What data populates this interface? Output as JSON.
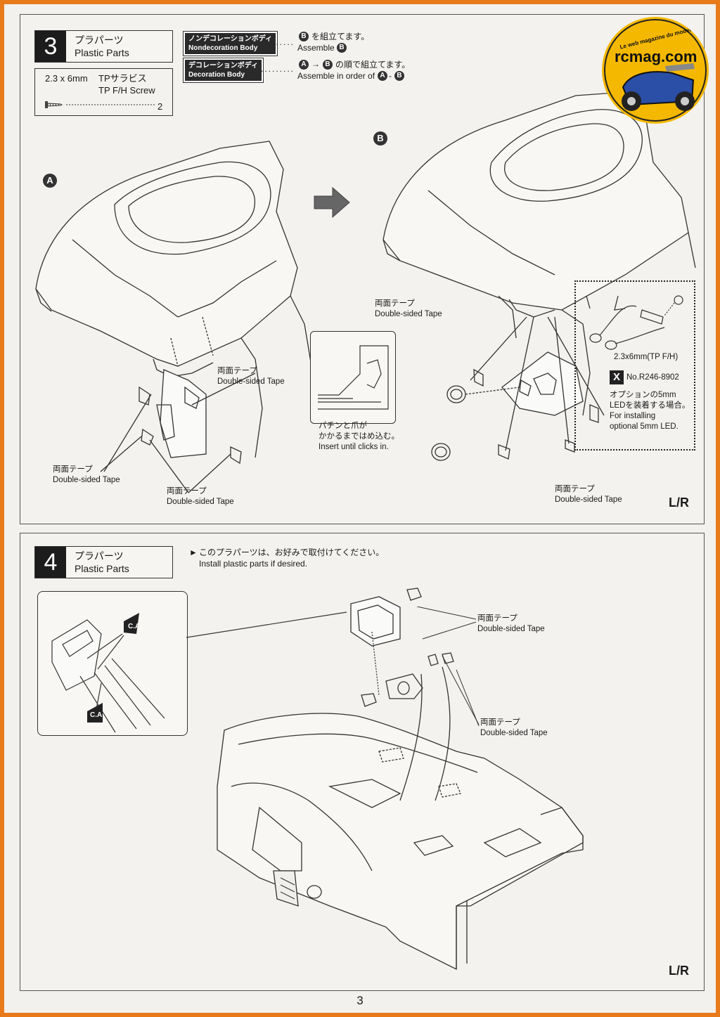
{
  "step3": {
    "number": "3",
    "title_jp": "プラパーツ",
    "title_en": "Plastic Parts",
    "screw_size": "2.3 x 6mm",
    "screw_jp": "TPサラビス",
    "screw_en": "TP F/H Screw",
    "screw_qty": "2",
    "nondeco_jp": "ノンデコレーションボディ",
    "nondeco_en": "Nondecoration Body",
    "nondeco_instr_jp": "を組立てます。",
    "nondeco_instr_en": "Assemble",
    "deco_jp": "デコレーションボディ",
    "deco_en": "Decoration Body",
    "deco_instr_jp": "の順で組立てます。",
    "deco_instr_en": "Assemble in order of",
    "marker_a": "A",
    "marker_b": "B",
    "tape_jp": "両面テープ",
    "tape_en": "Double-sided Tape",
    "insert_jp_1": "パチンと爪が",
    "insert_jp_2": "かかるまではめ込む。",
    "insert_en": "Insert until clicks in.",
    "led_screw": "2.3x6mm(TP F/H)",
    "led_x": "X",
    "led_part": "No.R246-8902",
    "led_jp_1": "オプションの5mm",
    "led_jp_2": "LEDを装着する場合。",
    "led_en_1": "For installing",
    "led_en_2": "optional 5mm LED.",
    "lr": "L/R"
  },
  "step4": {
    "number": "4",
    "title_jp": "プラパーツ",
    "title_en": "Plastic Parts",
    "note_jp": "このプラパーツは、お好みで取付けてください。",
    "note_en": "Install plastic parts if desired.",
    "ca": "C.A",
    "tape_jp": "両面テープ",
    "tape_en": "Double-sided Tape",
    "lr": "L/R"
  },
  "logo": {
    "brand": "rcmag.com",
    "tagline": "Le web magazine du modelisme"
  },
  "page_number": "3",
  "colors": {
    "border": "#e87a1c",
    "paper": "#f3f1ee",
    "logo": "#f5b800"
  }
}
